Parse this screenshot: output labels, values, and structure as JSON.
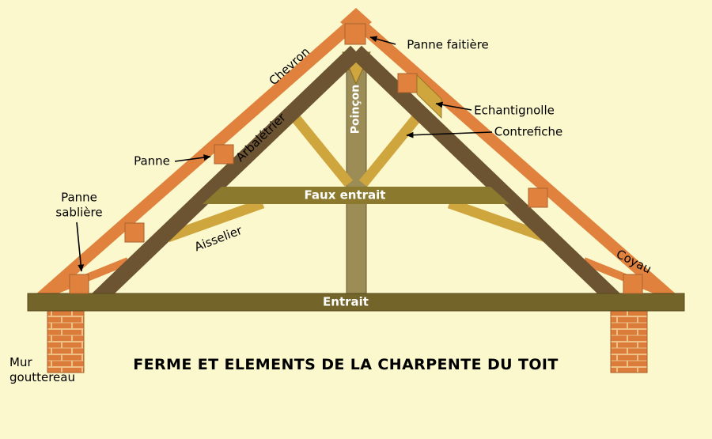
{
  "title": "FERME ET ELEMENTS DE LA CHARPENTE DU TOIT",
  "labels": {
    "chevron": "Chevron",
    "panne_faitiere": "Panne faitière",
    "arbaletrier": "Arbalétrier",
    "poincon": "Poinçon",
    "echantignolle": "Echantignolle",
    "contrefiche": "Contrefiche",
    "panne": "Panne",
    "faux_entrait": "Faux entrait",
    "panne_sabliere": "Panne\nsablière",
    "aisselier": "Aisselier",
    "coyau": "Coyau",
    "entrait": "Entrait",
    "mur_gouttereau": "Mur\ngouttereau"
  },
  "colors": {
    "background": "#FBF8CE",
    "chevron_orange": "#E0823E",
    "arbaletrier_brown": "#6C5433",
    "strut_gold": "#CFA63D",
    "faux_entrait_olive": "#8B7A2E",
    "entrait_olive": "#73642A",
    "poincon_tan": "#9C8C55",
    "brick": "#DB7C3B",
    "mortar": "#EFC187",
    "label_text": "#000000",
    "beam_label_text": "#FFFFFF"
  }
}
